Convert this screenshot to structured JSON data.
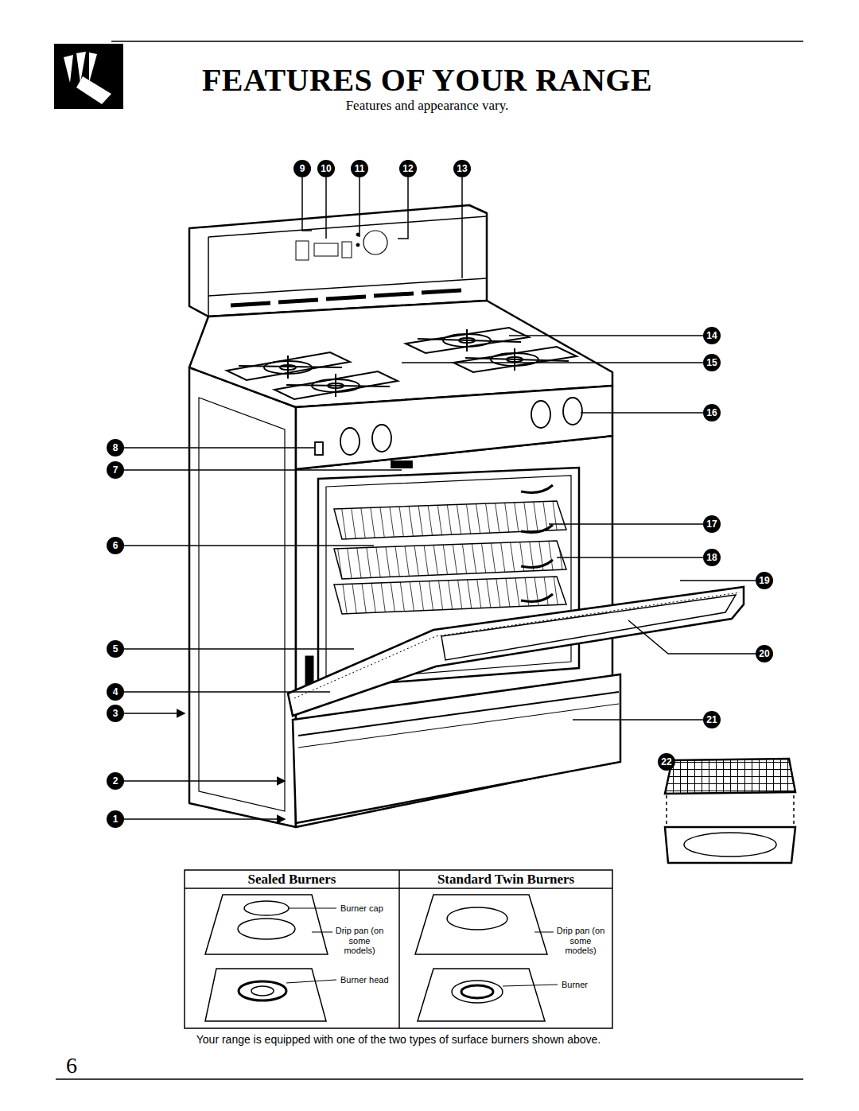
{
  "diagram": {
    "title": "FEATURES OF YOUR RANGE",
    "labels": [
      "Features and appearance vary.",
      "9",
      "10",
      "11",
      "12",
      "13",
      "14",
      "15",
      "16",
      "8",
      "7",
      "6",
      "17",
      "18",
      "19",
      "20",
      "5",
      "4",
      "3",
      "21",
      "22",
      "2",
      "1",
      "Sealed Burners",
      "Standard Twin Burners",
      "Burner cap",
      "Drip pan (on some models)",
      "Burner head",
      "Drip pan (on some models)",
      "Burner",
      "Your range is equipped with one of the two types of surface burners shown above.",
      "6"
    ]
  }
}
